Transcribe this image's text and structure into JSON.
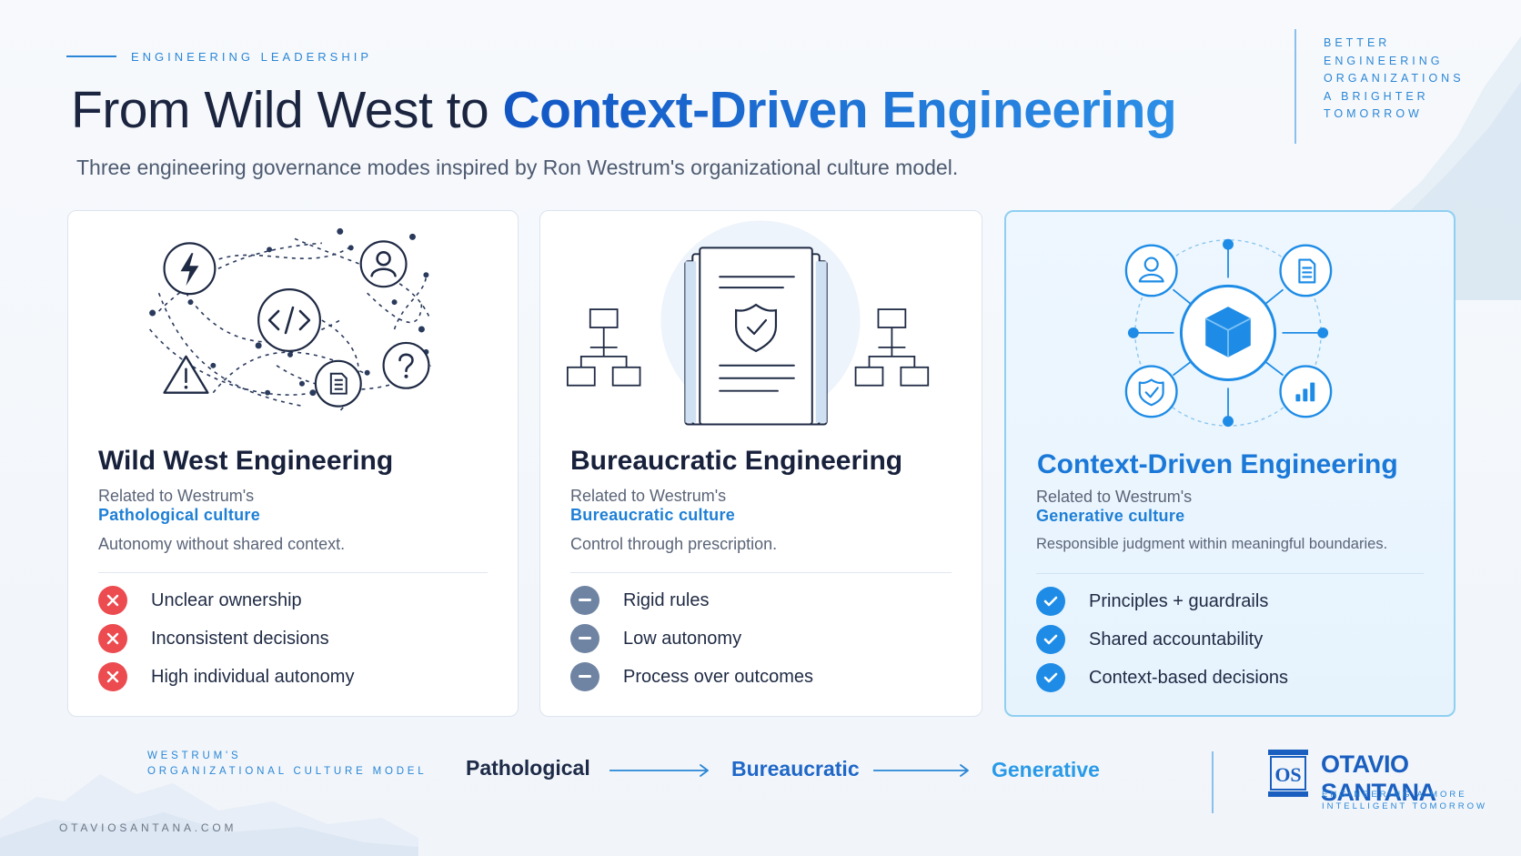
{
  "eyebrow": "ENGINEERING LEADERSHIP",
  "title": {
    "lead": "From Wild West to ",
    "accent": "Context-Driven Engineering"
  },
  "subtitle": "Three engineering governance modes inspired by Ron Westrum's organizational culture model.",
  "brand_lines": [
    "BETTER",
    "ENGINEERING",
    "ORGANIZATIONS",
    "A BRIGHTER",
    "TOMORROW"
  ],
  "cards": [
    {
      "title": "Wild West Engineering",
      "related": "Related to Westrum's",
      "culture": "Pathological culture",
      "tagline": "Autonomy without shared context.",
      "items": [
        "Unclear ownership",
        "Inconsistent decisions",
        "High individual autonomy"
      ],
      "bullet_icon": "x-icon",
      "bullet_color": "#ec4b50"
    },
    {
      "title": "Bureaucratic Engineering",
      "related": "Related to Westrum's",
      "culture": "Bureaucratic culture",
      "tagline": "Control through prescription.",
      "items": [
        "Rigid rules",
        "Low autonomy",
        "Process over outcomes"
      ],
      "bullet_icon": "minus-icon",
      "bullet_color": "#6f84a3"
    },
    {
      "title": "Context-Driven Engineering",
      "related": "Related to Westrum's",
      "culture": "Generative culture",
      "tagline": "Responsible judgment within meaningful boundaries.",
      "items": [
        "Principles + guardrails",
        "Shared accountability",
        "Context-based decisions"
      ],
      "bullet_icon": "check-icon",
      "bullet_color": "#1e8ce6"
    }
  ],
  "footer": {
    "culture_label_1": "WESTRUM'S",
    "culture_label_2": "ORGANIZATIONAL CULTURE MODEL",
    "flow": [
      "Pathological",
      "Bureaucratic",
      "Generative"
    ],
    "site": "OTAVIOSANTANA.COM",
    "brand_name": "OTAVIO SANTANA",
    "brand_tag_1": "ENGINEERING A MORE",
    "brand_tag_2": "INTELLIGENT TOMORROW",
    "logo_text": "OS"
  },
  "colors": {
    "accent": "#1e7fd6",
    "accent_dark": "#1256c4",
    "negative": "#ec4b50",
    "neutral": "#6f84a3",
    "positive": "#1e8ce6"
  }
}
